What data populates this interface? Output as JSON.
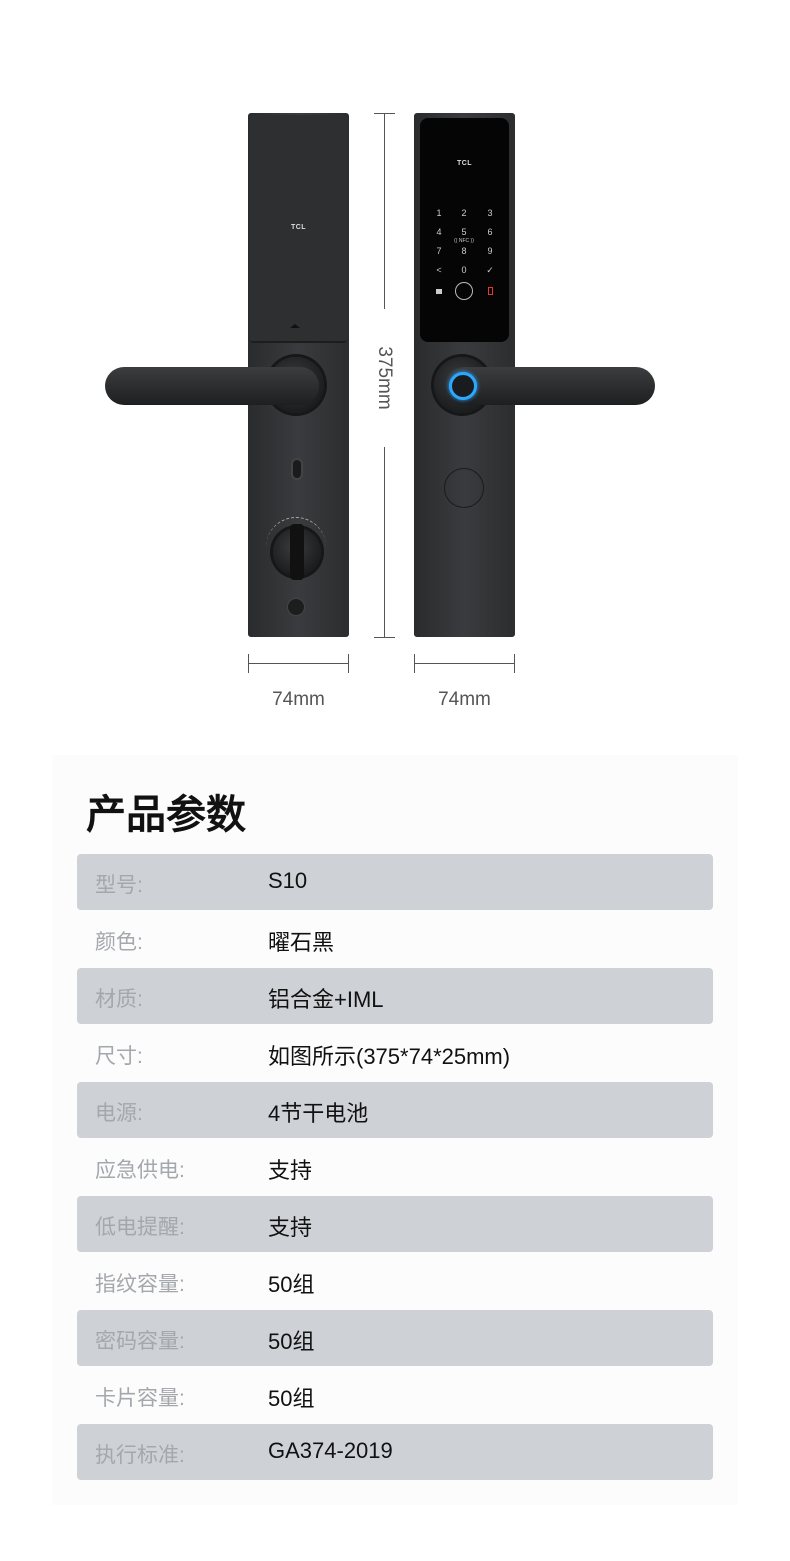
{
  "product_image": {
    "brand_logo": "TCL",
    "keypad": [
      "1",
      "2",
      "3",
      "4",
      "5",
      "6",
      "7",
      "8",
      "9",
      "<",
      "0",
      "✓"
    ],
    "nfc_label": "(( NFC ))",
    "height_label": "375mm",
    "width_label_left": "74mm",
    "width_label_right": "74mm",
    "accent_color": "#2aa8ff"
  },
  "specs": {
    "title": "产品参数",
    "rows": [
      {
        "label": "型号:",
        "value": "S10"
      },
      {
        "label": "颜色:",
        "value": "曜石黑"
      },
      {
        "label": "材质:",
        "value": "铝合金+IML"
      },
      {
        "label": "尺寸:",
        "value": "如图所示(375*74*25mm)"
      },
      {
        "label": "电源:",
        "value": "4节干电池"
      },
      {
        "label": "应急供电:",
        "value": "支持"
      },
      {
        "label": "低电提醒:",
        "value": "支持"
      },
      {
        "label": "指纹容量:",
        "value": "50组"
      },
      {
        "label": "密码容量:",
        "value": "50组"
      },
      {
        "label": "卡片容量:",
        "value": "50组"
      },
      {
        "label": "执行标准:",
        "value": "GA374-2019"
      }
    ]
  }
}
